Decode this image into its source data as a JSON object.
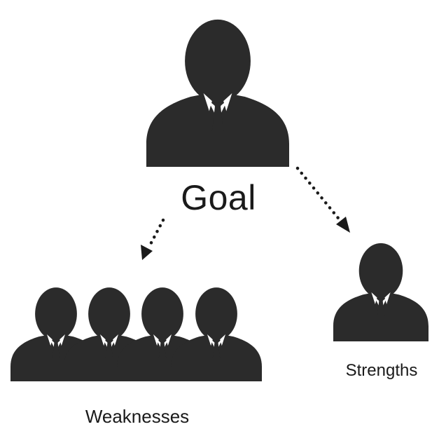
{
  "labels": {
    "goal": "Goal",
    "weaknesses": "Weaknesses",
    "strengths": "Strengths"
  },
  "icons": {
    "goal": "person-icon",
    "weaknesses": "person-icon",
    "strengths": "person-icon"
  },
  "colors": {
    "silhouette": "#2b2b2b",
    "arrow": "#1a1a1a",
    "text": "#1a1a1a",
    "background": "#ffffff"
  }
}
